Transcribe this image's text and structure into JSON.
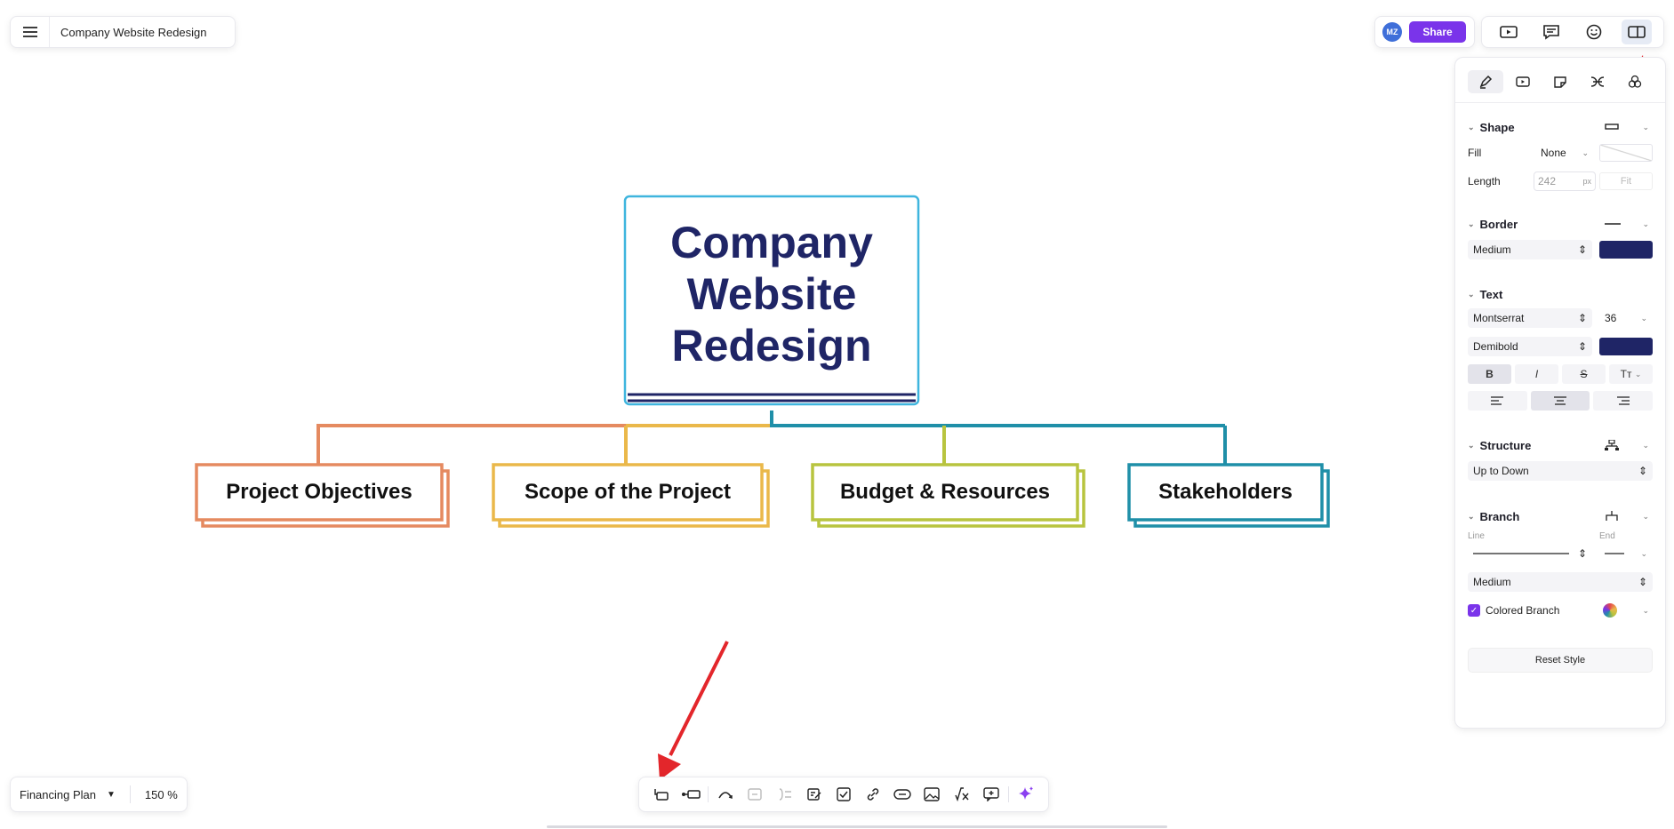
{
  "app": {
    "document_title": "Company Website Redesign"
  },
  "header": {
    "avatar_initials": "MZ",
    "share_label": "Share",
    "tools": [
      "presentation-icon",
      "comment-icon",
      "emoji-icon",
      "panel-toggle-icon"
    ]
  },
  "mindmap": {
    "central_topic": {
      "lines": [
        "Company",
        "Website",
        "Redesign"
      ],
      "text_color": "#1f2566",
      "border_color": "#3fb5de"
    },
    "subtopics": [
      {
        "label": "Project Objectives",
        "color": "#e58a60"
      },
      {
        "label": "Scope of the Project",
        "color": "#eab84a"
      },
      {
        "label": "Budget & Resources",
        "color": "#b8c43f"
      },
      {
        "label": "Stakeholders",
        "color": "#1f8fa8"
      }
    ]
  },
  "panel": {
    "tabs": [
      "style-icon",
      "presentation-icon",
      "sticker-icon",
      "outline-icon",
      "theme-icon"
    ],
    "shape": {
      "title": "Shape",
      "fill_label": "Fill",
      "fill_value": "None",
      "length_label": "Length",
      "length_value": "242",
      "length_unit": "px",
      "fit_label": "Fit"
    },
    "border": {
      "title": "Border",
      "weight": "Medium",
      "color": "#1f2566"
    },
    "text": {
      "title": "Text",
      "font": "Montserrat",
      "size": "36",
      "weight": "Demibold",
      "color": "#1f2566",
      "bold": "B",
      "italic": "I",
      "strike": "S",
      "case": "Tт"
    },
    "structure": {
      "title": "Structure",
      "value": "Up to Down"
    },
    "branch": {
      "title": "Branch",
      "line_label": "Line",
      "end_label": "End",
      "weight": "Medium",
      "colored_label": "Colored Branch",
      "colored_checked": true
    },
    "reset_label": "Reset Style"
  },
  "footer": {
    "sheet_name": "Financing Plan",
    "zoom": "150 %",
    "tools": [
      "add-subtopic-icon",
      "add-topic-icon",
      "relationship-icon",
      "summary-icon",
      "boundary-icon",
      "note-icon",
      "task-icon",
      "hyperlink-icon",
      "label-icon",
      "image-icon",
      "equation-icon",
      "callout-icon",
      "ai-sparkle-icon"
    ]
  },
  "colors": {
    "accent": "#7a34ea",
    "annotation_arrow": "#e3262b"
  }
}
